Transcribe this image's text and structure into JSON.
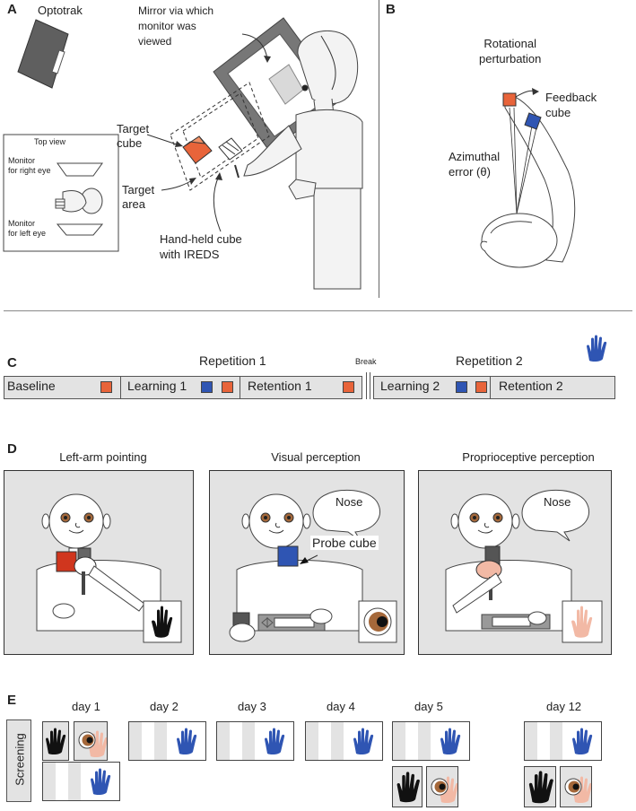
{
  "panelA": {
    "label": "A",
    "optotrak": "Optotrak",
    "mirror": [
      "Mirror via which",
      "monitor was",
      "viewed"
    ],
    "target_cube": [
      "Target",
      "cube"
    ],
    "target_area": [
      "Target",
      "area"
    ],
    "handheld": [
      "Hand-held cube",
      "with IREDS"
    ],
    "topview": {
      "title": "Top view",
      "monitor_right": [
        "Monitor",
        "for right eye"
      ],
      "monitor_left": [
        "Monitor",
        "for left eye"
      ]
    }
  },
  "panelB": {
    "label": "B",
    "rotational": [
      "Rotational",
      "perturbation"
    ],
    "feedback": [
      "Feedback",
      "cube"
    ],
    "azimuthal": [
      "Azimuthal",
      "error (θ)"
    ]
  },
  "panelC": {
    "label": "C",
    "repetition1": "Repetition 1",
    "repetition2": "Repetition 2",
    "break_label": "Break",
    "phases": [
      "Baseline",
      "Learning 1",
      "Retention 1",
      "Learning 2",
      "Retention 2"
    ]
  },
  "panelD": {
    "label": "D",
    "titles": [
      "Left-arm pointing",
      "Visual perception",
      "Proprioceptive perception"
    ],
    "nose": "Nose",
    "probe_cube": "Probe cube"
  },
  "panelE": {
    "label": "E",
    "screening": "Screening",
    "days": [
      "day 1",
      "day 2",
      "day 3",
      "day 4",
      "day 5",
      "day 12"
    ]
  },
  "colors": {
    "target_orange": "#e8643a",
    "feedback_blue": "#2f55b3",
    "target_red": "#d0361e",
    "panel_gray": "#e3e3e3",
    "hand_blue": "#2f55b3",
    "hand_skin": "#f2b9a5",
    "eye_brown": "#a5683a"
  },
  "icons": [
    "blue-hand-icon",
    "black-hand-icon",
    "skin-hand-icon",
    "eye-icon"
  ]
}
